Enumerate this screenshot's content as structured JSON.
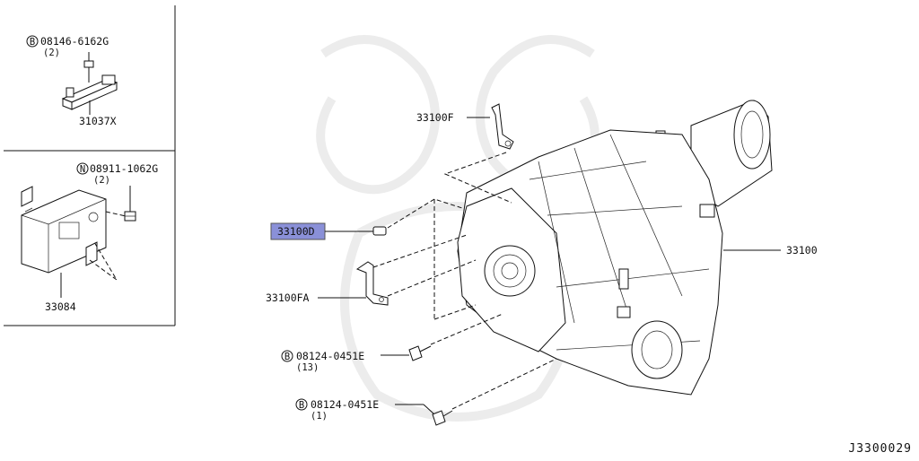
{
  "inset_top": {
    "bolt_symbol": "B",
    "bolt_part": "08146-6162G",
    "bolt_qty": "(2)",
    "bracket_part": "31037X"
  },
  "inset_bottom": {
    "nut_symbol": "N",
    "nut_part": "08911-1062G",
    "nut_qty": "(2)",
    "unit_part": "33084"
  },
  "main": {
    "case_label": "33100",
    "gasket_label": "33100F",
    "pin_label": "33100D",
    "bracket_label": "33100FA",
    "bolt1_symbol": "B",
    "bolt1_part": "08124-0451E",
    "bolt1_qty": "(13)",
    "bolt2_symbol": "B",
    "bolt2_part": "08124-0451E",
    "bolt2_qty": "(1)"
  },
  "diagram_ref": "J3300029",
  "colors": {
    "highlight": "#8a90d8",
    "line": "#111111"
  }
}
